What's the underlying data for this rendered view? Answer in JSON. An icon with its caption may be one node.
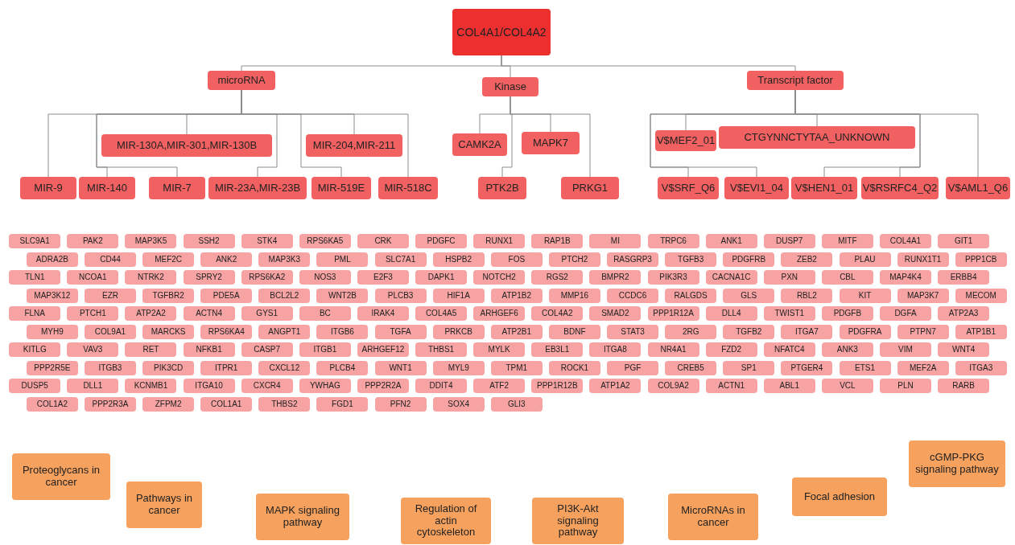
{
  "diagram": {
    "nodes": [
      {
        "text": [
          "COL4A1/COL4A2"
        ]
      },
      {
        "text": [
          "microRNA"
        ]
      },
      {
        "text": [
          "Kinase"
        ]
      },
      {
        "text": [
          "Transcript factor"
        ]
      },
      {
        "text": [
          "MIR-130A,MIR-301,MIR-130B"
        ]
      },
      {
        "text": [
          "MIR-204,MIR-211"
        ]
      },
      {
        "text": [
          "CAMK2A"
        ]
      },
      {
        "text": [
          "MAPK7"
        ]
      },
      {
        "text": [
          "V$MEF2_01"
        ]
      },
      {
        "text": [
          "CTGYNNCTYTAA_UNKNOWN"
        ]
      },
      {
        "text": [
          "MIR-9"
        ]
      },
      {
        "text": [
          "MIR-140"
        ]
      },
      {
        "text": [
          "MIR-7"
        ]
      },
      {
        "text": [
          "MIR-23A,MIR-23B"
        ]
      },
      {
        "text": [
          "MIR-519E"
        ]
      },
      {
        "text": [
          "MIR-518C"
        ]
      },
      {
        "text": [
          "PTK2B"
        ]
      },
      {
        "text": [
          "PRKG1"
        ]
      },
      {
        "text": [
          "V$SRF_Q6"
        ]
      },
      {
        "text": [
          "V$EVI1_04"
        ]
      },
      {
        "text": [
          "V$HEN1_01"
        ]
      },
      {
        "text": [
          "V$RSRFC4_Q2"
        ]
      },
      {
        "text": [
          "V$AML1_Q6"
        ]
      },
      {
        "text": [
          "SLC9A1"
        ]
      },
      {
        "text": [
          "PAK2"
        ]
      },
      {
        "text": [
          "MAP3K5"
        ]
      },
      {
        "text": [
          "SSH2"
        ]
      },
      {
        "text": [
          "STK4"
        ]
      },
      {
        "text": [
          "RPS6KA5"
        ]
      },
      {
        "text": [
          "CRK"
        ]
      },
      {
        "text": [
          "PDGFC"
        ]
      },
      {
        "text": [
          "RUNX1"
        ]
      },
      {
        "text": [
          "RAP1B"
        ]
      },
      {
        "text": [
          "MI"
        ]
      },
      {
        "text": [
          "TRPC6"
        ]
      },
      {
        "text": [
          "ANK1"
        ]
      },
      {
        "text": [
          "DUSP7"
        ]
      },
      {
        "text": [
          "MITF"
        ]
      },
      {
        "text": [
          "COL4A1"
        ]
      },
      {
        "text": [
          "GIT1"
        ]
      },
      {
        "text": [
          "ADRA2B"
        ]
      },
      {
        "text": [
          "CD44"
        ]
      },
      {
        "text": [
          "MEF2C"
        ]
      },
      {
        "text": [
          "ANK2"
        ]
      },
      {
        "text": [
          "MAP3K3"
        ]
      },
      {
        "text": [
          "PML"
        ]
      },
      {
        "text": [
          "SLC7A1"
        ]
      },
      {
        "text": [
          "HSPB2"
        ]
      },
      {
        "text": [
          "FOS"
        ]
      },
      {
        "text": [
          "PTCH2"
        ]
      },
      {
        "text": [
          "RASGRP3"
        ]
      },
      {
        "text": [
          "TGFB3"
        ]
      },
      {
        "text": [
          "PDGFRB"
        ]
      },
      {
        "text": [
          "ZEB2"
        ]
      },
      {
        "text": [
          "PLAU"
        ]
      },
      {
        "text": [
          "RUNX1T1"
        ]
      },
      {
        "text": [
          "PPP1CB"
        ]
      },
      {
        "text": [
          "TLN1"
        ]
      },
      {
        "text": [
          "NCOA1"
        ]
      },
      {
        "text": [
          "NTRK2"
        ]
      },
      {
        "text": [
          "SPRY2"
        ]
      },
      {
        "text": [
          "RPS6KA2"
        ]
      },
      {
        "text": [
          "NOS3"
        ]
      },
      {
        "text": [
          "E2F3"
        ]
      },
      {
        "text": [
          "DAPK1"
        ]
      },
      {
        "text": [
          "NOTCH2"
        ]
      },
      {
        "text": [
          "RGS2"
        ]
      },
      {
        "text": [
          "BMPR2"
        ]
      },
      {
        "text": [
          "PIK3R3"
        ]
      },
      {
        "text": [
          "CACNA1C"
        ]
      },
      {
        "text": [
          "PXN"
        ]
      },
      {
        "text": [
          "CBL"
        ]
      },
      {
        "text": [
          "MAP4K4"
        ]
      },
      {
        "text": [
          "ERBB4"
        ]
      },
      {
        "text": [
          "MAP3K12"
        ]
      },
      {
        "text": [
          "EZR"
        ]
      },
      {
        "text": [
          "TGFBR2"
        ]
      },
      {
        "text": [
          "PDE5A"
        ]
      },
      {
        "text": [
          "BCL2L2"
        ]
      },
      {
        "text": [
          "WNT2B"
        ]
      },
      {
        "text": [
          "PLCB3"
        ]
      },
      {
        "text": [
          "HIF1A"
        ]
      },
      {
        "text": [
          "ATP1B2"
        ]
      },
      {
        "text": [
          "MMP16"
        ]
      },
      {
        "text": [
          "CCDC6"
        ]
      },
      {
        "text": [
          "RALGDS"
        ]
      },
      {
        "text": [
          "GLS"
        ]
      },
      {
        "text": [
          "RBL2"
        ]
      },
      {
        "text": [
          "KIT"
        ]
      },
      {
        "text": [
          "MAP3K7"
        ]
      },
      {
        "text": [
          "MECOM"
        ]
      },
      {
        "text": [
          "FLNA"
        ]
      },
      {
        "text": [
          "PTCH1"
        ]
      },
      {
        "text": [
          "ATP2A2"
        ]
      },
      {
        "text": [
          "ACTN4"
        ]
      },
      {
        "text": [
          "GYS1"
        ]
      },
      {
        "text": [
          "BC"
        ]
      },
      {
        "text": [
          "IRAK4"
        ]
      },
      {
        "text": [
          "COL4A5"
        ]
      },
      {
        "text": [
          "ARHGEF6"
        ]
      },
      {
        "text": [
          "COL4A2"
        ]
      },
      {
        "text": [
          "SMAD2"
        ]
      },
      {
        "text": [
          "PPP1R12A"
        ]
      },
      {
        "text": [
          "DLL4"
        ]
      },
      {
        "text": [
          "TWIST1"
        ]
      },
      {
        "text": [
          "PDGFB"
        ]
      },
      {
        "text": [
          "DGFA"
        ]
      },
      {
        "text": [
          "ATP2A3"
        ]
      },
      {
        "text": [
          "MYH9"
        ]
      },
      {
        "text": [
          "COL9A1"
        ]
      },
      {
        "text": [
          "MARCKS"
        ]
      },
      {
        "text": [
          "RPS6KA4"
        ]
      },
      {
        "text": [
          "ANGPT1"
        ]
      },
      {
        "text": [
          "ITGB6"
        ]
      },
      {
        "text": [
          "TGFA"
        ]
      },
      {
        "text": [
          "PRKCB"
        ]
      },
      {
        "text": [
          "ATP2B1"
        ]
      },
      {
        "text": [
          "BDNF"
        ]
      },
      {
        "text": [
          "STAT3"
        ]
      },
      {
        "text": [
          "2RG"
        ]
      },
      {
        "text": [
          "TGFB2"
        ]
      },
      {
        "text": [
          "ITGA7"
        ]
      },
      {
        "text": [
          "PDGFRA"
        ]
      },
      {
        "text": [
          "PTPN7"
        ]
      },
      {
        "text": [
          "ATP1B1"
        ]
      },
      {
        "text": [
          "KITLG"
        ]
      },
      {
        "text": [
          "VAV3"
        ]
      },
      {
        "text": [
          "RET"
        ]
      },
      {
        "text": [
          "NFKB1"
        ]
      },
      {
        "text": [
          "CASP7"
        ]
      },
      {
        "text": [
          "ITGB1"
        ]
      },
      {
        "text": [
          "ARHGEF12"
        ]
      },
      {
        "text": [
          "THBS1"
        ]
      },
      {
        "text": [
          "MYLK"
        ]
      },
      {
        "text": [
          "EB3L1"
        ]
      },
      {
        "text": [
          "ITGA8"
        ]
      },
      {
        "text": [
          "NR4A1"
        ]
      },
      {
        "text": [
          "FZD2"
        ]
      },
      {
        "text": [
          "NFATC4"
        ]
      },
      {
        "text": [
          "ANK3"
        ]
      },
      {
        "text": [
          "VIM"
        ]
      },
      {
        "text": [
          "WNT4"
        ]
      },
      {
        "text": [
          "PPP2R5E"
        ]
      },
      {
        "text": [
          "ITGB3"
        ]
      },
      {
        "text": [
          "PIK3CD"
        ]
      },
      {
        "text": [
          "ITPR1"
        ]
      },
      {
        "text": [
          "CXCL12"
        ]
      },
      {
        "text": [
          "PLCB4"
        ]
      },
      {
        "text": [
          "WNT1"
        ]
      },
      {
        "text": [
          "MYL9"
        ]
      },
      {
        "text": [
          "TPM1"
        ]
      },
      {
        "text": [
          "ROCK1"
        ]
      },
      {
        "text": [
          "PGF"
        ]
      },
      {
        "text": [
          "CREB5"
        ]
      },
      {
        "text": [
          "SP1"
        ]
      },
      {
        "text": [
          "PTGER4"
        ]
      },
      {
        "text": [
          "ETS1"
        ]
      },
      {
        "text": [
          "MEF2A"
        ]
      },
      {
        "text": [
          "ITGA3"
        ]
      },
      {
        "text": [
          "DUSP5"
        ]
      },
      {
        "text": [
          "DLL1"
        ]
      },
      {
        "text": [
          "KCNMB1"
        ]
      },
      {
        "text": [
          "ITGA10"
        ]
      },
      {
        "text": [
          "CXCR4"
        ]
      },
      {
        "text": [
          "YWHAG"
        ]
      },
      {
        "text": [
          "PPP2R2A"
        ]
      },
      {
        "text": [
          "DDIT4"
        ]
      },
      {
        "text": [
          "ATF2"
        ]
      },
      {
        "text": [
          "PPP1R12B"
        ]
      },
      {
        "text": [
          "ATP1A2"
        ]
      },
      {
        "text": [
          "COL9A2"
        ]
      },
      {
        "text": [
          "ACTN1"
        ]
      },
      {
        "text": [
          "ABL1"
        ]
      },
      {
        "text": [
          "VCL"
        ]
      },
      {
        "text": [
          "PLN"
        ]
      },
      {
        "text": [
          "RARB"
        ]
      },
      {
        "text": [
          "COL1A2"
        ]
      },
      {
        "text": [
          "PPP2R3A"
        ]
      },
      {
        "text": [
          "ZFPM2"
        ]
      },
      {
        "text": [
          "COL1A1"
        ]
      },
      {
        "text": [
          "THBS2"
        ]
      },
      {
        "text": [
          "FGD1"
        ]
      },
      {
        "text": [
          "PFN2"
        ]
      },
      {
        "text": [
          "SOX4"
        ]
      },
      {
        "text": [
          "GLI3"
        ]
      },
      {
        "text": [
          "Proteoglycans in cancer"
        ]
      },
      {
        "text": [
          "Pathways in cancer"
        ]
      },
      {
        "text": [
          "MAPK signaling pathway"
        ]
      },
      {
        "text": [
          "Regulation of actin cytoskeleton"
        ]
      },
      {
        "text": [
          "PI3K-Akt signaling pathway"
        ]
      },
      {
        "text": [
          "MicroRNAs in cancer"
        ]
      },
      {
        "text": [
          "Focal adhesion"
        ]
      },
      {
        "text": [
          "cGMP-PKG signaling pathway"
        ]
      }
    ],
    "edges": [
      {
        "from": 0,
        "to": 1,
        "arrow": "none"
      },
      {
        "from": 0,
        "to": 2,
        "arrow": "none"
      },
      {
        "from": 0,
        "to": 3,
        "arrow": "none"
      },
      {
        "from": 1,
        "to": 4,
        "arrow": "none"
      },
      {
        "from": 1,
        "to": 5,
        "arrow": "none"
      },
      {
        "from": 1,
        "to": 10,
        "arrow": "none"
      },
      {
        "from": 1,
        "to": 11,
        "arrow": "none"
      },
      {
        "from": 1,
        "to": 12,
        "arrow": "none"
      },
      {
        "from": 1,
        "to": 13,
        "arrow": "none"
      },
      {
        "from": 1,
        "to": 14,
        "arrow": "none"
      },
      {
        "from": 1,
        "to": 15,
        "arrow": "none"
      },
      {
        "from": 2,
        "to": 6,
        "arrow": "none"
      },
      {
        "from": 2,
        "to": 7,
        "arrow": "none"
      },
      {
        "from": 2,
        "to": 16,
        "arrow": "none"
      },
      {
        "from": 2,
        "to": 17,
        "arrow": "none"
      },
      {
        "from": 3,
        "to": 8,
        "arrow": "none"
      },
      {
        "from": 3,
        "to": 9,
        "arrow": "none"
      },
      {
        "from": 3,
        "to": 18,
        "arrow": "none"
      },
      {
        "from": 3,
        "to": 19,
        "arrow": "none"
      },
      {
        "from": 3,
        "to": 20,
        "arrow": "none"
      },
      {
        "from": 3,
        "to": 21,
        "arrow": "none"
      },
      {
        "from": 3,
        "to": 22,
        "arrow": "none"
      }
    ]
  }
}
